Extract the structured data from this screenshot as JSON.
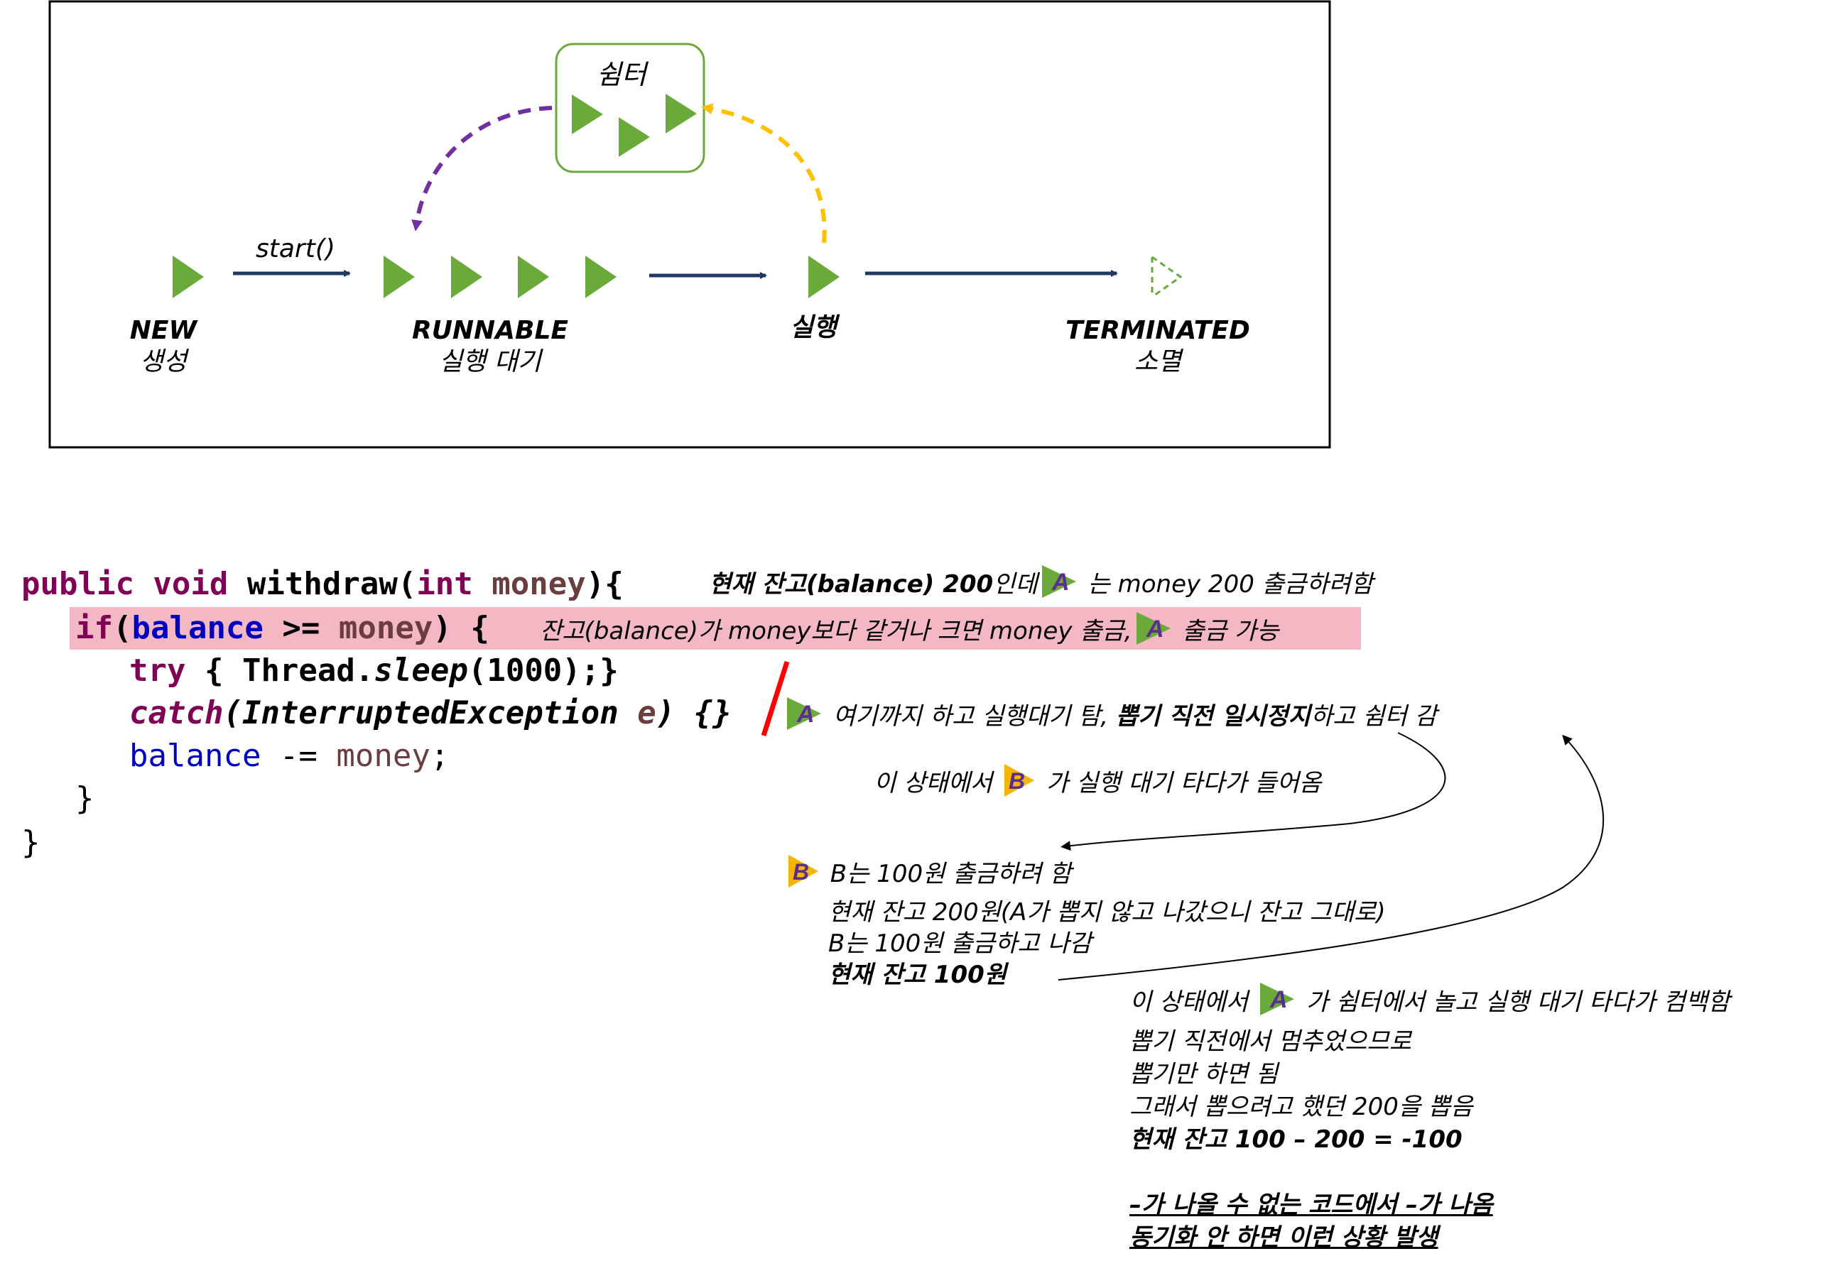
{
  "diagram": {
    "shelter_label": "쉼터",
    "start_call": "start()",
    "states": {
      "new": {
        "title": "NEW",
        "sub": "생성"
      },
      "runnable": {
        "title": "RUNNABLE",
        "sub": "실행 대기"
      },
      "running": {
        "title": "실행"
      },
      "terminated": {
        "title": "TERMINATED",
        "sub": "소멸"
      }
    }
  },
  "code": {
    "line1": {
      "kw": "public void",
      "name": " withdraw(",
      "type": "int",
      "param": " money",
      "end": "){"
    },
    "line2": {
      "kw": "if",
      "open": "(",
      "var": "balance",
      "op": " >= ",
      "param": "money",
      "end": ") {"
    },
    "line3": {
      "kw": "try",
      "body_start": " { Thread.",
      "method": "sleep",
      "body_end": "(1000);}"
    },
    "line4": {
      "kw": "catch",
      "body": "(InterruptedException ",
      "param": "e",
      "end": ") {}"
    },
    "line5": {
      "var": "balance",
      "op": " -= ",
      "param": "money",
      "end": ";"
    },
    "line6": "}",
    "line7": "}"
  },
  "badges": {
    "a": "A",
    "b": "B"
  },
  "colors": {
    "thread_a": "#6aaa3a",
    "thread_b": "#f4b400",
    "badge_text": "#5b2d8e",
    "arrow_navy": "#1f3864",
    "arrow_purple": "#7030a0",
    "arrow_yellow": "#ffc000",
    "highlight": "#f4b8c4",
    "cut": "#ff0000"
  },
  "annotations": {
    "a1": {
      "bold": "현재 잔고(balance) 200",
      "mid": "인데",
      "after": " 는 money 200 출금하려함"
    },
    "a2": {
      "text": "잔고(balance)가 money보다 같거나 크면 money 출금,",
      "after": " 출금 가능"
    },
    "a3": {
      "pre": " 여기까지 하고 실행대기 탐, ",
      "bold": "뽑기 직전 일시정지",
      "post": "하고 쉼터 감"
    },
    "a4": {
      "pre": "이 상태에서 ",
      "post": " 가 실행 대기 타다가 들어옴"
    },
    "b_block": {
      "l1": " B는 100원 출금하려 함",
      "l2": "현재 잔고 200원(A가 뽑지 않고 나갔으니 잔고 그대로)",
      "l3": "B는 100원 출금하고 나감",
      "l4": "현재 잔고 100원"
    },
    "a_block": {
      "l1_pre": "이 상태에서 ",
      "l1_post": " 가 쉼터에서 놀고 실행 대기 타다가 컴백함",
      "l2": "뽑기 직전에서 멈추었으므로",
      "l3": "뽑기만 하면 됨",
      "l4": "그래서 뽑으려고 했던 200을 뽑음",
      "l5": "현재 잔고 100 – 200 = -100"
    },
    "conclusion": {
      "l1": "–가 나올 수 없는 코드에서 –가 나옴",
      "l2": "동기화 안 하면 이런 상황 발생"
    }
  }
}
